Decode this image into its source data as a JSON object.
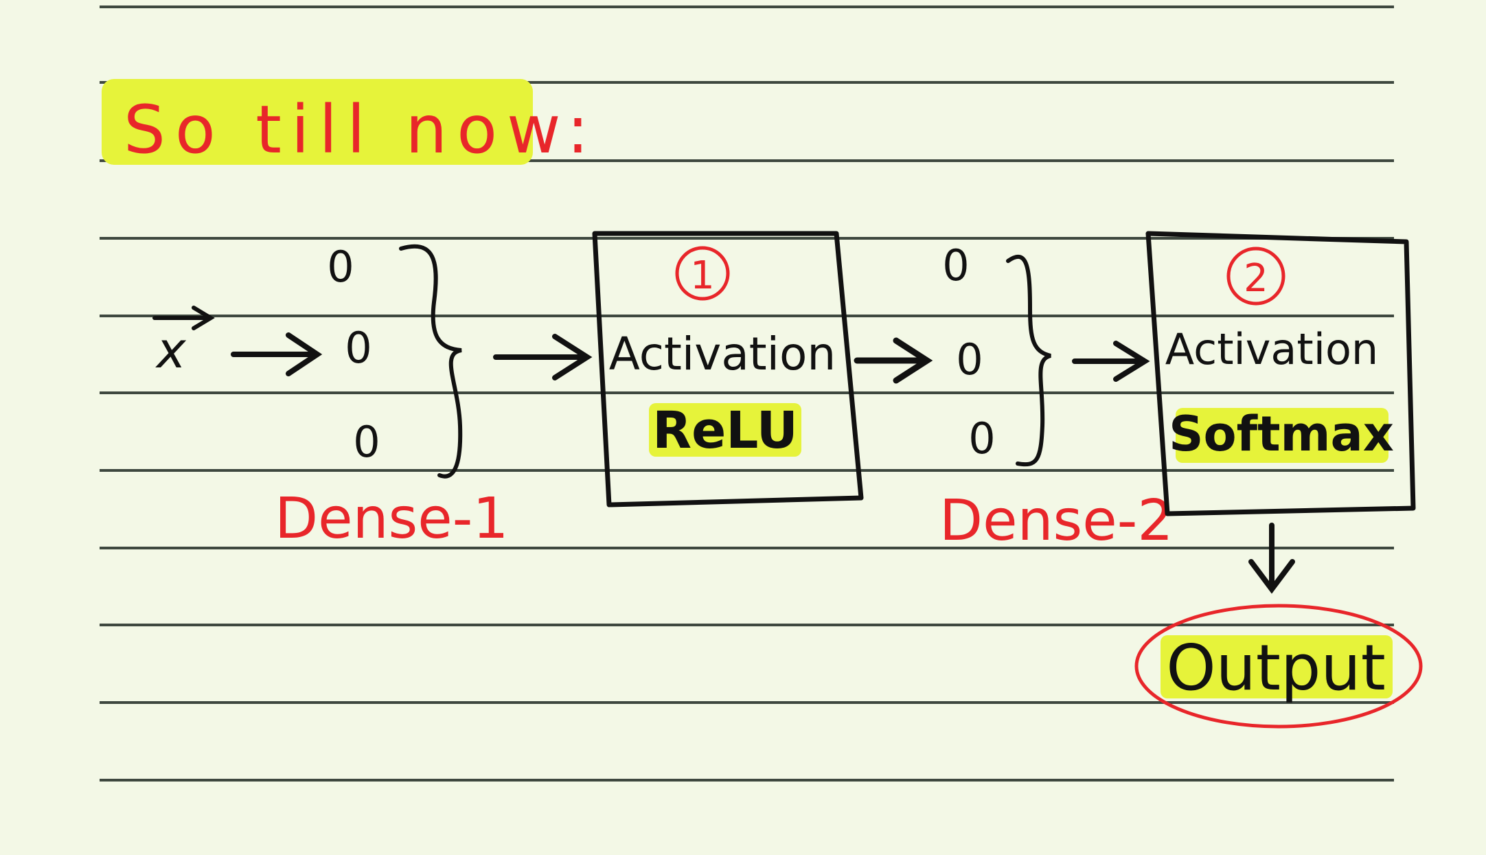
{
  "heading": "So till now:",
  "input_label": "x",
  "layers": [
    {
      "label": "Dense-1",
      "neurons": [
        "0",
        "0",
        "0"
      ]
    },
    {
      "label": "Dense-2",
      "neurons": [
        "0",
        "0",
        "0"
      ]
    }
  ],
  "activations": [
    {
      "marker": "1",
      "title": "Activation",
      "function": "ReLU"
    },
    {
      "marker": "2",
      "title": "Activation",
      "function": "Softmax"
    }
  ],
  "output_label": "Output",
  "colors": {
    "paper": "#f3f8e6",
    "rule": "#1f2a22",
    "ink": "#111111",
    "red_ink": "#e8262a",
    "highlight": "#e6f33a"
  }
}
